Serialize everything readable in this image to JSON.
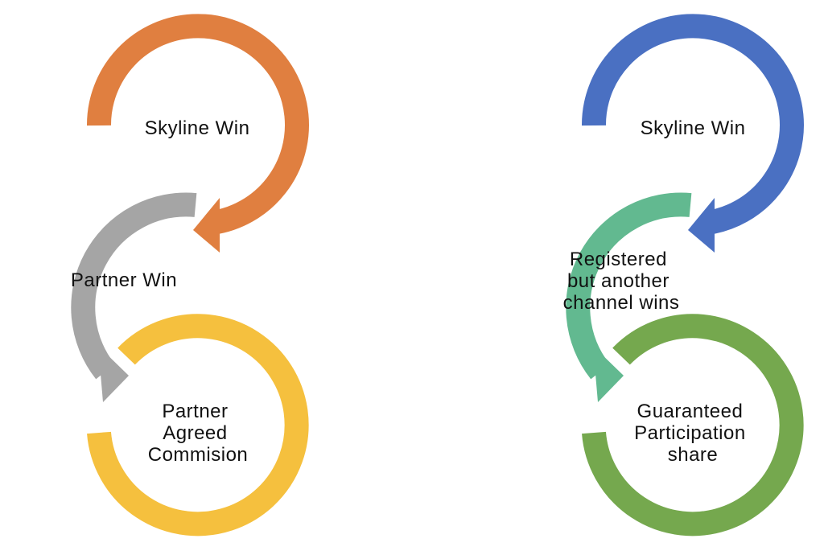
{
  "left_cycle": {
    "step1": {
      "label": "Skyline Win",
      "color": "#E07F40"
    },
    "step2": {
      "label": "Partner Win",
      "color": "#A5A5A5"
    },
    "step3": {
      "label_lines": [
        "Partner",
        "Agreed",
        "Commision"
      ],
      "color": "#F5C03E"
    }
  },
  "right_cycle": {
    "step1": {
      "label": "Skyline Win",
      "color": "#4A70C2"
    },
    "step2": {
      "label_lines": [
        "Registered",
        "but another",
        "channel wins"
      ],
      "color": "#62B990"
    },
    "step3": {
      "label_lines": [
        "Guaranteed",
        "Participation",
        "share"
      ],
      "color": "#75A84E"
    }
  }
}
